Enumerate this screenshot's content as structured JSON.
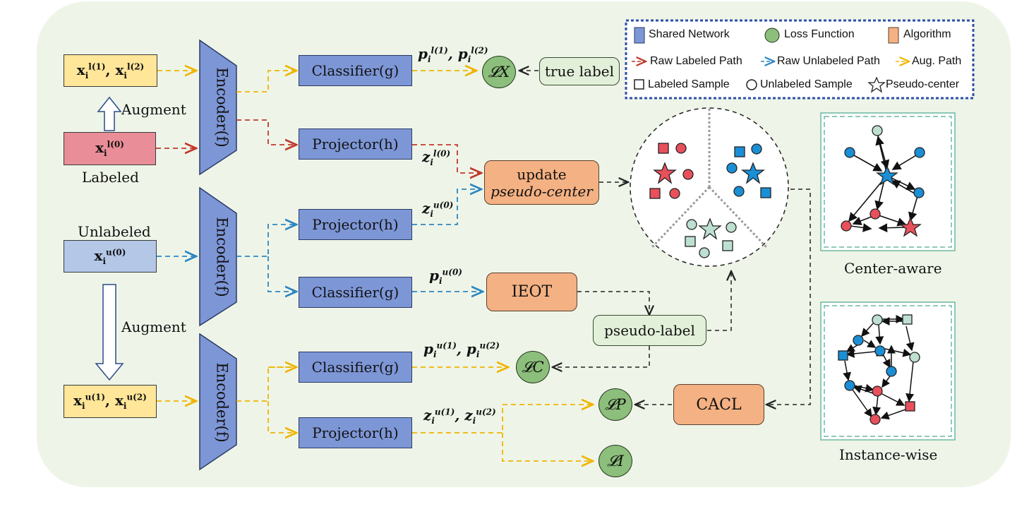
{
  "legend": {
    "shared_network": "Shared Network",
    "loss_function": "Loss Function",
    "algorithm": "Algorithm",
    "raw_labeled_path": "Raw Labeled Path",
    "raw_unlabeled_path": "Raw Unlabeled Path",
    "aug_path": "Aug. Path",
    "labeled_sample": "Labeled Sample",
    "unlabeled_sample": "Unlabeled Sample",
    "pseudo_center": "Pseudo-center"
  },
  "labels": {
    "augment_top": "Augment",
    "labeled": "Labeled",
    "unlabeled": "Unlabeled",
    "augment_bottom": "Augment",
    "center_aware": "Center-aware",
    "instance_wise": "Instance-wise"
  },
  "nodes": {
    "encoder": "Encoder(f)",
    "classifier": "Classifier(g)",
    "projector": "Projector(h)",
    "true_label": "true label",
    "update_line1": "update",
    "update_line2": "pseudo-center",
    "ieot": "IEOT",
    "pseudo_label": "pseudo-label",
    "cacl": "CACL"
  },
  "losses": {
    "lx": "𝓛X",
    "lc": "𝓛C",
    "lp": "𝓛P",
    "li": "𝓛I"
  },
  "colors": {
    "background": "#eef5e8",
    "shared_network": "#7d96d6",
    "loss": "#8cbf7b",
    "algorithm": "#f4b183",
    "labeled_path": "#c0392b",
    "unlabeled_path": "#2e86c1",
    "aug_path": "#f0b400",
    "legend_border": "#2f4fa8"
  }
}
